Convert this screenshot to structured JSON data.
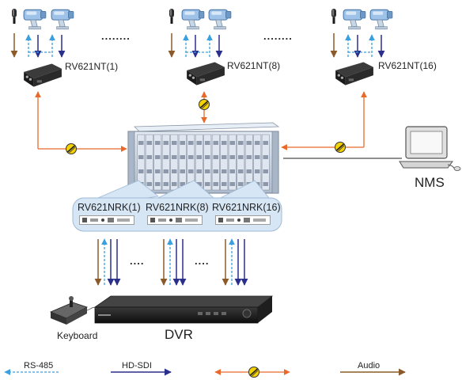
{
  "transmitters": [
    {
      "label": "RV621NT(1)"
    },
    {
      "label": "RV621NT(8)"
    },
    {
      "label": "RV621NT(16)"
    }
  ],
  "receivers": [
    {
      "label": "RV621NRK(1)"
    },
    {
      "label": "RV621NRK(8)"
    },
    {
      "label": "RV621NRK(16)"
    }
  ],
  "ellipses": {
    "top_a": "........",
    "top_b": "........",
    "bottom_a": "....",
    "bottom_b": "...."
  },
  "nms_label": "NMS",
  "dvr_label": "DVR",
  "keyboard_label": "Keyboard",
  "legend": {
    "rs485": "RS-485",
    "hdsdi": "HD-SDI",
    "audio": "Audio"
  },
  "colors": {
    "fiber": "#e8692a",
    "rs485": "#3aa0e0",
    "hdsdi": "#2a2f8c",
    "audio": "#8b5a2b",
    "rack": "#c9d3e0",
    "panel_bubble": "#d6e6f5"
  },
  "icons": [
    "camera-icon",
    "microphone-icon",
    "fiber-connector-icon",
    "computer-icon",
    "keyboard-icon",
    "dvr-icon"
  ]
}
